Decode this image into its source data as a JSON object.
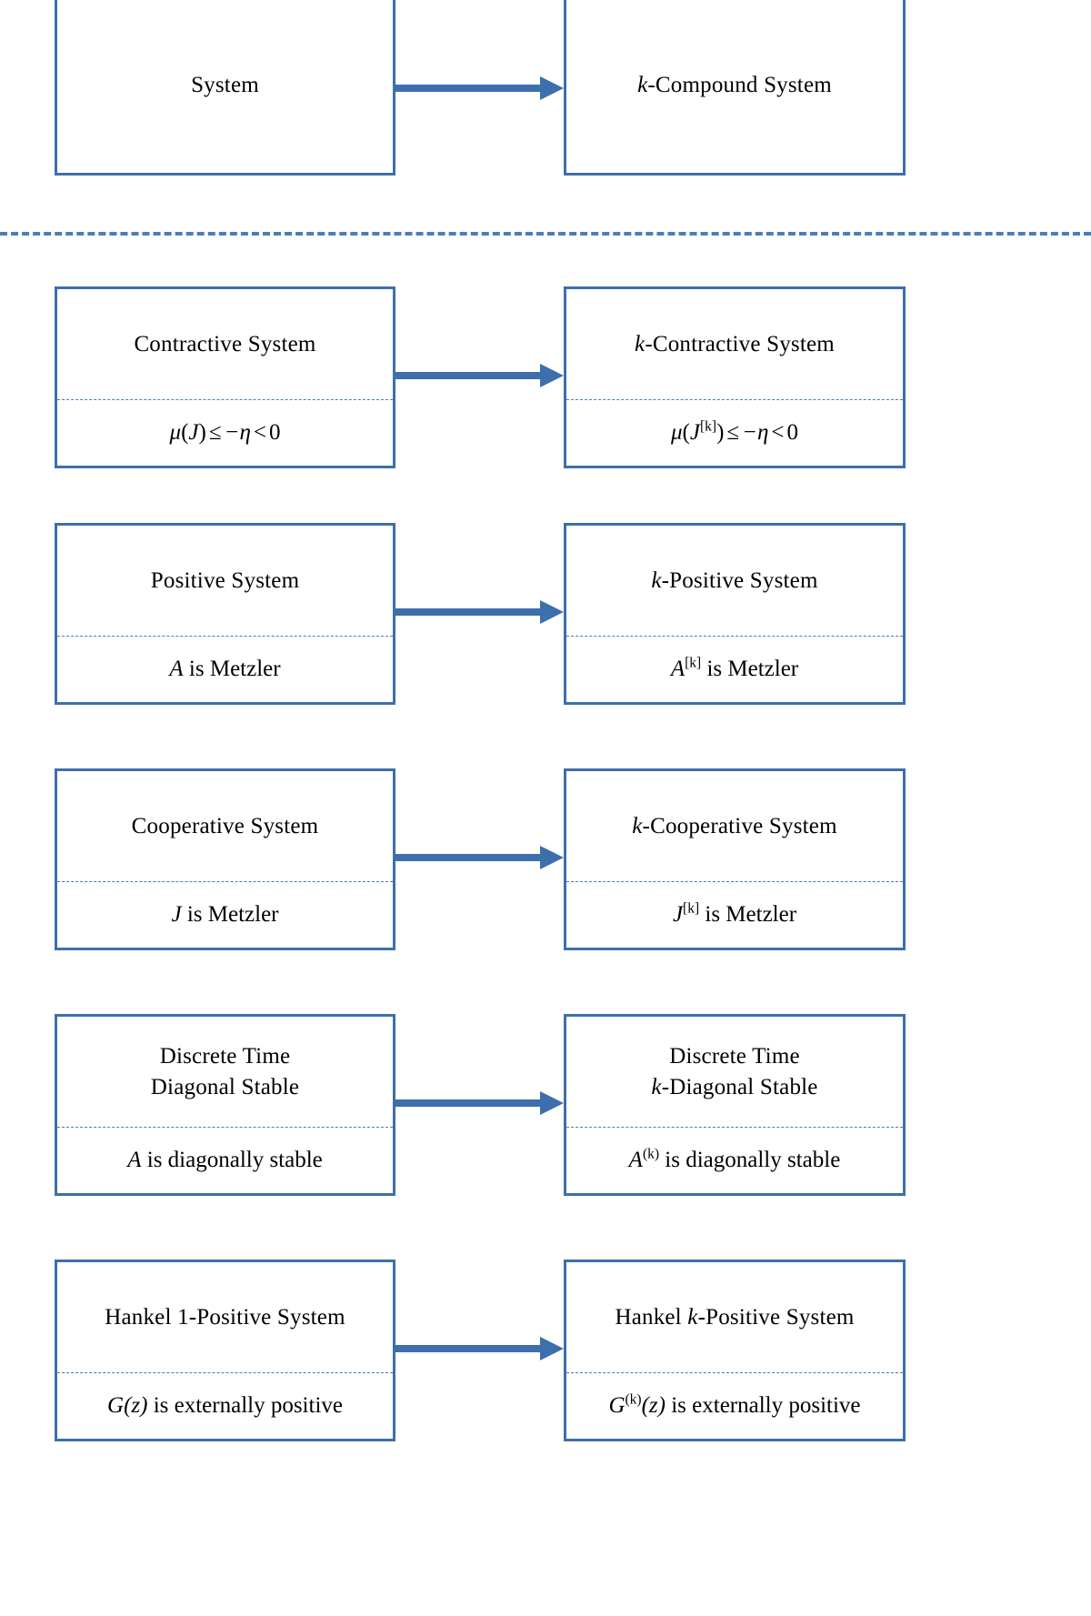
{
  "figure": {
    "kind": "flow-diagram",
    "accent_color": "#3d6fad",
    "dashed_color": "#4a7dbc",
    "background": "#ffffff",
    "arrow_label": "implies-arrow"
  },
  "divider": {
    "name": "section-divider",
    "style": "dashed"
  },
  "rows": [
    {
      "id": "compound",
      "left": {
        "title": "System",
        "title_prefix": "",
        "condition": "",
        "has_condition": false
      },
      "right": {
        "title_prefix": "k",
        "title": "-Compound System",
        "condition": "",
        "has_condition": false
      }
    },
    {
      "id": "contractive",
      "left": {
        "title_prefix": "",
        "title": "Contractive System",
        "condition_parts": {
          "mu": "μ",
          "open": "(",
          "var": "J",
          "sup": "",
          "close": ")",
          "rel1": "≤",
          "mid": "−η",
          "rel2": "<",
          "val": "0"
        },
        "condition_plain": "μ(J) ≤ −η < 0",
        "has_condition": true
      },
      "right": {
        "title_prefix": "k",
        "title": "-Contractive System",
        "condition_parts": {
          "mu": "μ",
          "open": "(",
          "var": "J",
          "sup": "[k]",
          "close": ")",
          "rel1": "≤",
          "mid": "−η",
          "rel2": "<",
          "val": "0"
        },
        "condition_plain": "μ(J[k]) ≤ −η < 0",
        "has_condition": true
      }
    },
    {
      "id": "positive",
      "left": {
        "title_prefix": "",
        "title": "Positive System",
        "condition_parts": {
          "var": "A",
          "sup": "",
          "text": " is Metzler"
        },
        "condition_plain": "A is Metzler",
        "has_condition": true
      },
      "right": {
        "title_prefix": "k",
        "title": "-Positive System",
        "condition_parts": {
          "var": "A",
          "sup": "[k]",
          "text": " is Metzler"
        },
        "condition_plain": "A[k] is Metzler",
        "has_condition": true
      }
    },
    {
      "id": "cooperative",
      "left": {
        "title_prefix": "",
        "title": "Cooperative System",
        "condition_parts": {
          "var": "J",
          "sup": "",
          "text": " is Metzler"
        },
        "condition_plain": "J is Metzler",
        "has_condition": true
      },
      "right": {
        "title_prefix": "k",
        "title": "-Cooperative System",
        "condition_parts": {
          "var": "J",
          "sup": "[k]",
          "text": " is Metzler"
        },
        "condition_plain": "J[k] is Metzler",
        "has_condition": true
      }
    },
    {
      "id": "diagonal-stable",
      "left": {
        "title_line1": "Discrete Time",
        "title_prefix": "",
        "title": "Diagonal Stable",
        "condition_parts": {
          "var": "A",
          "sup": "",
          "text": " is diagonally stable"
        },
        "condition_plain": "A is diagonally stable",
        "has_condition": true
      },
      "right": {
        "title_line1": "Discrete Time",
        "title_prefix": "k",
        "title": "-Diagonal Stable",
        "condition_parts": {
          "var": "A",
          "sup": "(k)",
          "text": " is diagonally stable"
        },
        "condition_plain": "A(k) is diagonally stable",
        "has_condition": true
      }
    },
    {
      "id": "hankel",
      "left": {
        "title_prefix": "",
        "title": "Hankel 1-Positive System",
        "condition_parts": {
          "var": "G",
          "sup": "",
          "arg": "(z)",
          "text": " is externally positive"
        },
        "condition_plain": "G(z) is externally positive",
        "has_condition": true
      },
      "right": {
        "title_pre_text": "Hankel ",
        "title_prefix": "k",
        "title": "-Positive System",
        "condition_parts": {
          "var": "G",
          "sup": "(k)",
          "arg": "(z)",
          "text": " is externally positive"
        },
        "condition_plain": "G(k)(z) is externally positive",
        "has_condition": true
      }
    }
  ]
}
